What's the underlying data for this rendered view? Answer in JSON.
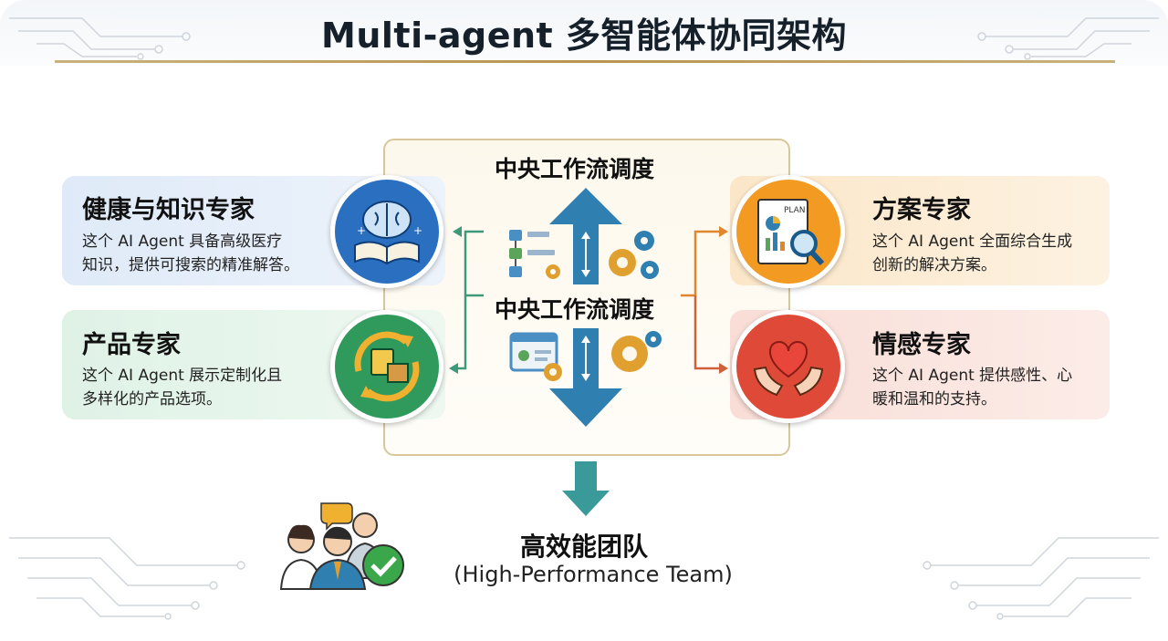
{
  "title": "Multi-agent 多智能体协同架构",
  "center": {
    "top_label": "中央工作流调度",
    "middle_label": "中央工作流调度"
  },
  "agents": [
    {
      "name": "健康与知识专家",
      "desc_line1": "这个 AI Agent 具备高级医疗",
      "desc_line2": "知识，提供可搜索的精准解答。",
      "color": "#e2ecf8",
      "icon": "brain-book-icon"
    },
    {
      "name": "产品专家",
      "desc_line1": "这个 AI Agent 展示定制化且",
      "desc_line2": "多样化的产品选项。",
      "color": "#e3f3e9",
      "icon": "product-box-icon"
    },
    {
      "name": "方案专家",
      "desc_line1": "这个 AI Agent 全面综合生成",
      "desc_line2": "创新的解决方案。",
      "color": "#fdf0dc",
      "icon": "plan-document-icon"
    },
    {
      "name": "情感专家",
      "desc_line1": "这个 AI Agent 提供感性、心",
      "desc_line2": "暖和温和的支持。",
      "color": "#fbe5e0",
      "icon": "heart-hands-icon"
    }
  ],
  "plan_label": "PLAN",
  "team": {
    "title": "高效能团队",
    "subtitle": "(High-Performance Team)"
  },
  "colors": {
    "blue_arrow": "#2f7fb0",
    "teal_arrow": "#3a9a9a",
    "gold_line": "#b89450",
    "orange_connector": "#e0862e",
    "green_connector": "#3c9a7a"
  }
}
